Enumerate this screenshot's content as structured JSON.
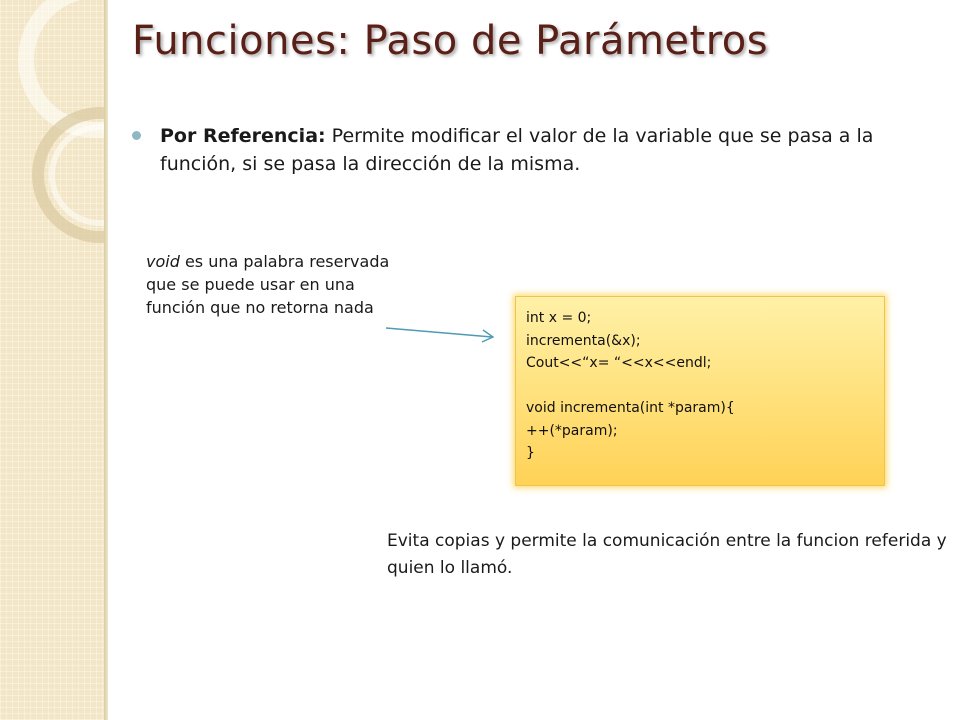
{
  "slide": {
    "title": "Funciones: Paso de Parámetros",
    "bullet": {
      "term": "Por Referencia:",
      "text": " Permite modificar el valor de la variable que se pasa a la función, si se pasa la dirección de la misma."
    },
    "side_note": {
      "keyword": "void",
      "text": " es una palabra reservada que se puede usar en una función que no retorna nada"
    },
    "code_lines": [
      "int x = 0;",
      "incrementa(&x);",
      "Cout<<“x= “<<x<<endl;",
      "",
      "void incrementa(int *param){",
      "++(*param);",
      "}"
    ],
    "bottom_note": "Evita copias y permite la comunicación entre la funcion referida y quien lo llamó."
  },
  "colors": {
    "title": "#5a1f16",
    "bullet": "#8fb8c6",
    "code_box": "#ffe07a",
    "sidebar": "#f3e6c6",
    "arrow": "#4e9bb3"
  }
}
